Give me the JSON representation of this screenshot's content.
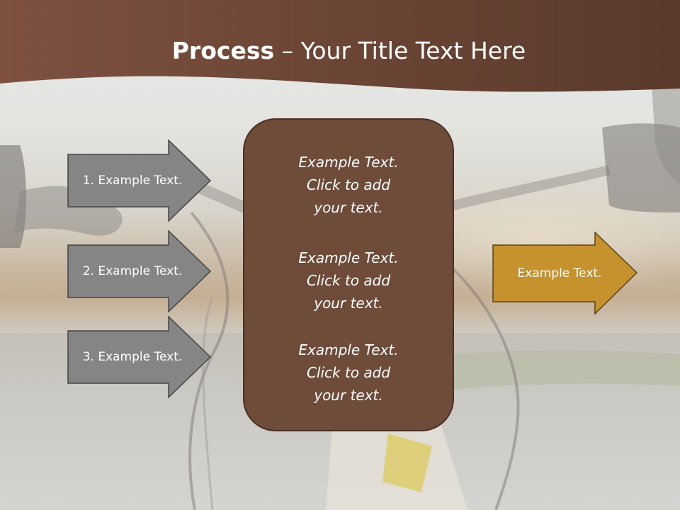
{
  "slide": {
    "title_bold": "Process",
    "title_rest": " – Your Title Text Here",
    "steps": [
      {
        "label": "1. Example Text."
      },
      {
        "label": "2. Example Text."
      },
      {
        "label": "3. Example Text."
      }
    ],
    "center_blocks": [
      {
        "text": "Example Text.\nClick  to add\nyour text."
      },
      {
        "text": "Example Text.\nClick  to add\nyour text."
      },
      {
        "text": "Example Text.\nClick  to add\nyour text."
      }
    ],
    "result": {
      "label": "Example Text."
    }
  },
  "colors": {
    "title_band": "#6b4535",
    "center_box": "#6f4b3a",
    "step_arrow": "#858585",
    "result_arrow": "#c6922d"
  }
}
